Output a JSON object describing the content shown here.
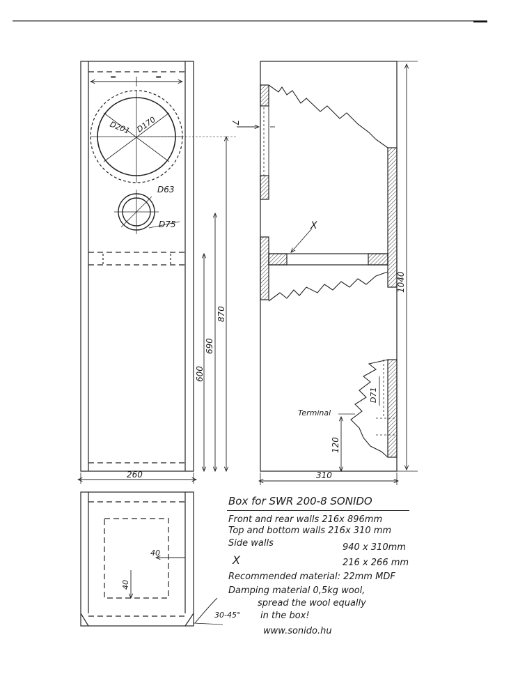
{
  "front_view": {
    "woofer_outer_label": "D201",
    "woofer_inner_label": "D170",
    "equal_mark": "=",
    "port_label_inner": "D63",
    "port_label_outer": "D75",
    "dim_width": "260",
    "dim_600": "600",
    "dim_690": "690",
    "dim_870": "870"
  },
  "side_view": {
    "dim_7": "7",
    "shelf_label": "X",
    "terminal_label": "Terminal",
    "dim_71": "D71",
    "dim_120": "120",
    "dim_depth": "310",
    "dim_height": "1040"
  },
  "bottom_view": {
    "dim_40_a": "40",
    "dim_40_b": "40",
    "angle": "30-45°"
  },
  "notes": {
    "title": "Box for SWR 200-8  SONIDO",
    "front_rear": "Front and rear walls 216x 896mm",
    "top_bottom": "Top and bottom walls 216x 310 mm",
    "side_walls_label": "Side walls",
    "side_walls_dim": "940 x 310mm",
    "x_label": "X",
    "x_dim": "216 x 266 mm",
    "material": "Recommended material: 22mm MDF",
    "damping1": "Damping material  0,5kg wool,",
    "damping2": "spread the wool equally",
    "damping3": "in the box!",
    "url": "www.sonido.hu"
  }
}
